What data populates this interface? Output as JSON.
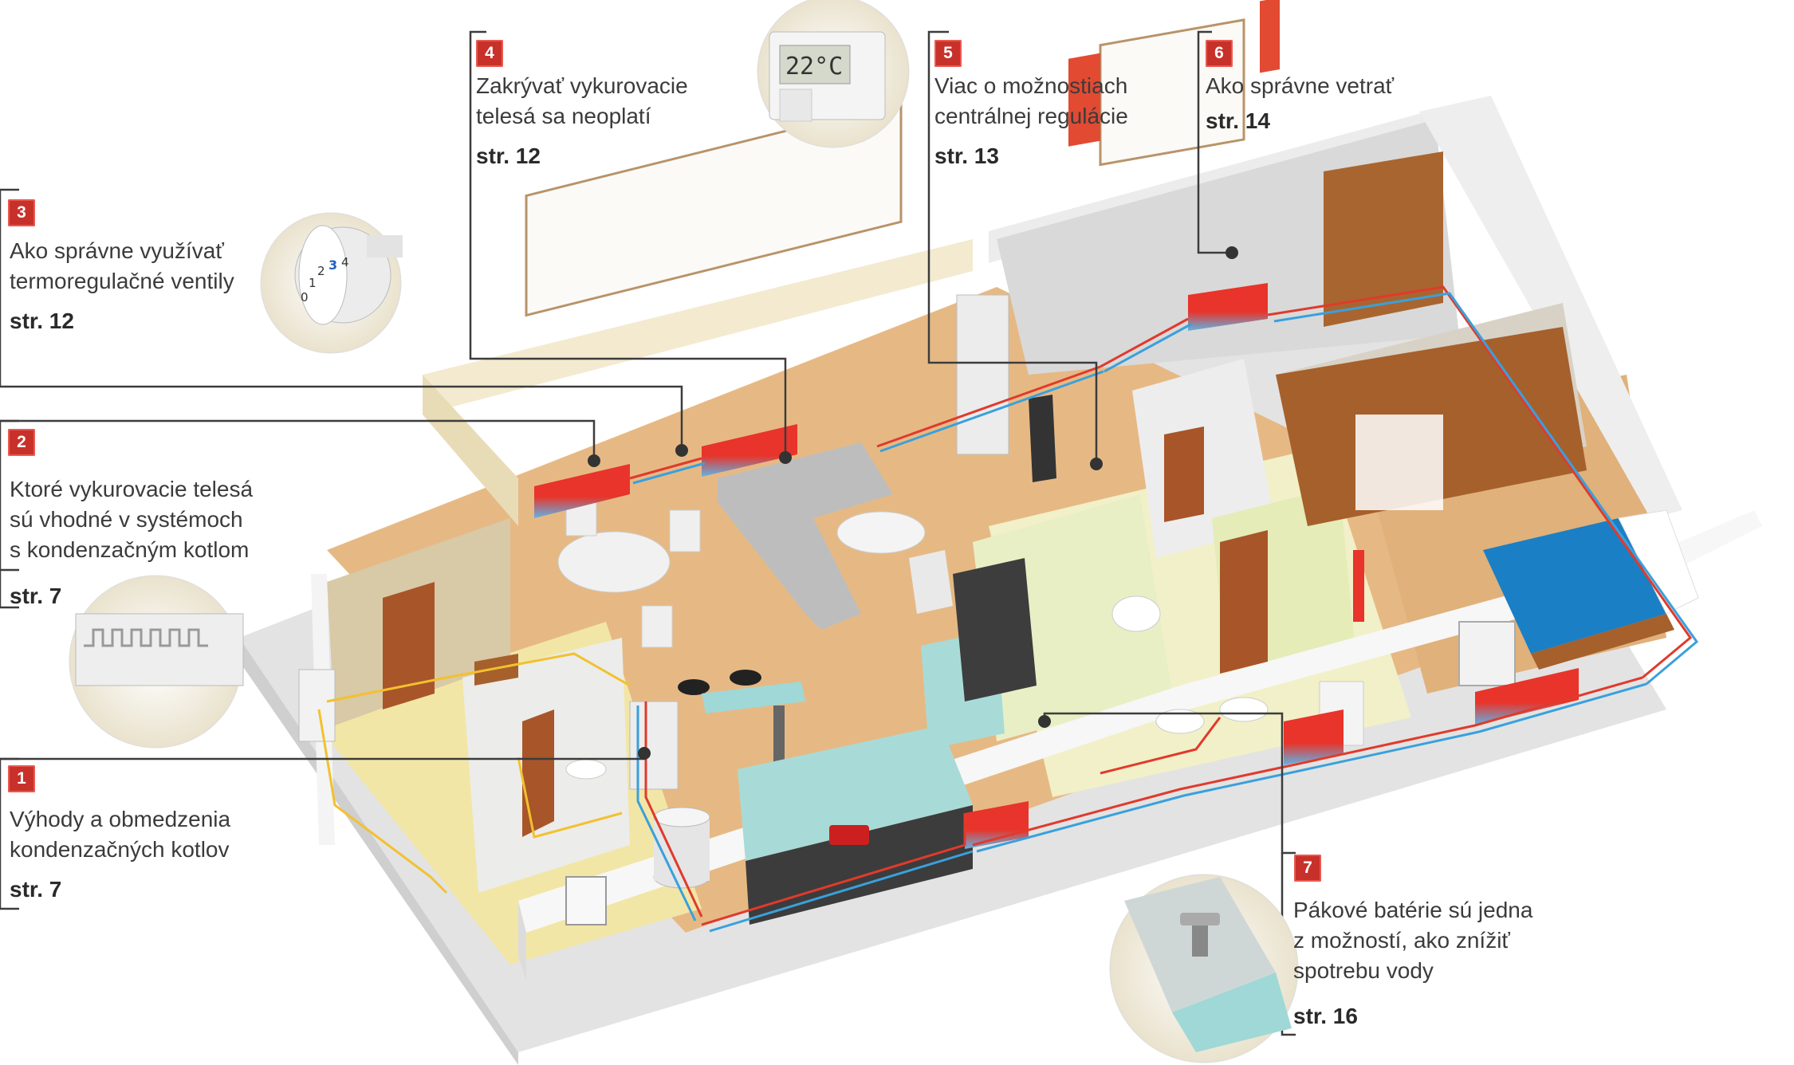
{
  "callouts": [
    {
      "id": 1,
      "number": "1",
      "lines": [
        "Výhody a obmedzenia",
        "kondenzačných kotlov"
      ],
      "page": "str. 7"
    },
    {
      "id": 2,
      "number": "2",
      "lines": [
        "Ktoré vykurovacie telesá",
        "sú vhodné v systémoch",
        "s kondenzačným kotlom"
      ],
      "page": "str. 7"
    },
    {
      "id": 3,
      "number": "3",
      "lines": [
        "Ako správne využívať",
        "termoregulačné ventily"
      ],
      "page": "str. 12"
    },
    {
      "id": 4,
      "number": "4",
      "lines": [
        "Zakrývať vykurovacie",
        "telesá sa neoplatí"
      ],
      "page": "str. 12"
    },
    {
      "id": 5,
      "number": "5",
      "lines": [
        "Viac o možnostiach",
        "centrálnej regulácie"
      ],
      "page": "str. 13"
    },
    {
      "id": 6,
      "number": "6",
      "lines": [
        "Ako správne vetrať"
      ],
      "page": "str. 14"
    },
    {
      "id": 7,
      "number": "7",
      "lines": [
        "Pákové batérie sú jedna",
        "z možností, ako znížiť",
        "spotrebu vody"
      ],
      "page": "str. 16"
    }
  ],
  "thermostat": {
    "display": "22°C"
  },
  "valve_scale": [
    "0",
    "1",
    "2",
    "3",
    "4"
  ],
  "colors": {
    "callout_badge": "#c8302a",
    "pipe_hot": "#e03a2c",
    "pipe_cold": "#3aa0dc",
    "pipe_gas": "#f2c12e",
    "floor": "#e6b984",
    "wall": "#efe4c4"
  }
}
